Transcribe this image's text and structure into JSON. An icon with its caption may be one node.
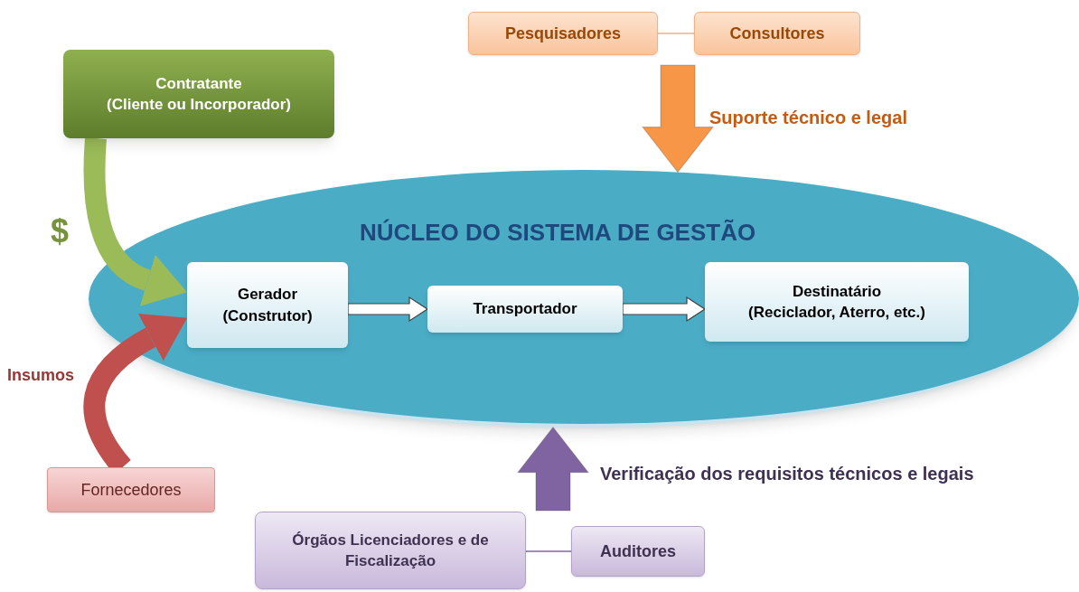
{
  "diagram": {
    "nodes": [
      {
        "text": [
          "Pesquisadores"
        ]
      },
      {
        "text": [
          "Consultores"
        ]
      },
      {
        "text": [
          "Contratante",
          "(Cliente ou Incorporador)"
        ]
      },
      {
        "text": [
          "NÚCLEO DO SISTEMA DE GESTÃO"
        ]
      },
      {
        "text": [
          "Gerador (Construtor)"
        ],
        "in": 3
      },
      {
        "text": [
          "Transportador"
        ],
        "in": 3
      },
      {
        "text": [
          "Destinatário",
          "(Reciclador, Aterro, etc.)"
        ],
        "in": 3
      },
      {
        "text": [
          "Fornecedores"
        ]
      },
      {
        "text": [
          "Órgãos Licenciadores e de Fiscalização"
        ]
      },
      {
        "text": [
          "Auditores"
        ]
      }
    ],
    "edges": [
      {
        "from": 0,
        "to": 1,
        "arrow": "none",
        "color": "#f4b183"
      },
      {
        "from": null,
        "to": 3,
        "arrow": "to",
        "label": "Suporte técnico e legal",
        "style": "thick",
        "color": "#f79646"
      },
      {
        "from": 2,
        "to": 4,
        "arrow": "to",
        "label": "$",
        "style": "thick",
        "color": "#9bbb59"
      },
      {
        "from": 7,
        "to": 4,
        "arrow": "to",
        "label": "Insumos",
        "style": "thick",
        "color": "#c0504d"
      },
      {
        "from": 4,
        "to": 5,
        "arrow": "to",
        "style": "thick",
        "color": "#ffffff"
      },
      {
        "from": 5,
        "to": 6,
        "arrow": "to",
        "style": "thick",
        "color": "#ffffff"
      },
      {
        "from": null,
        "to": 3,
        "arrow": "to",
        "label": "Verificação dos requisitos técnicos e legais",
        "style": "thick",
        "color": "#8064a2"
      },
      {
        "from": 8,
        "to": 9,
        "arrow": "none",
        "color": "#8064a2"
      }
    ]
  }
}
